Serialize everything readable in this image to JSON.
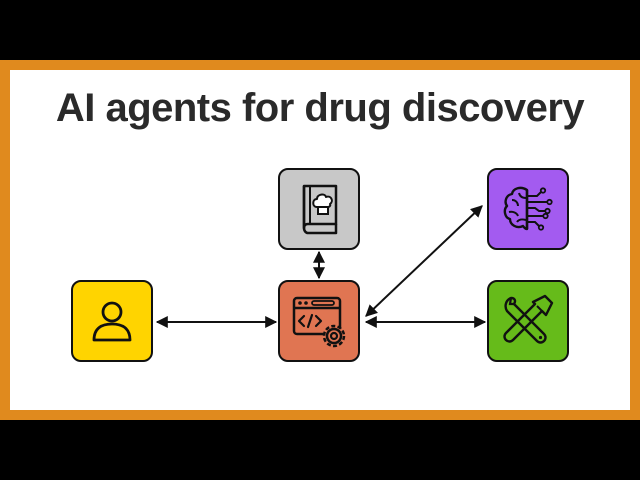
{
  "title": "AI agents for drug discovery",
  "colors": {
    "background": "#000000",
    "frame": "#E08A1E",
    "canvas": "#FFFFFF",
    "title_text": "#2A2A2A",
    "user_node": "#FFD400",
    "agent_node": "#E07552",
    "recipe_node": "#C8C8C8",
    "model_node": "#A35BF0",
    "tools_node": "#66BB1A",
    "stroke": "#111111"
  },
  "nodes": [
    {
      "id": "user",
      "icon": "user-icon"
    },
    {
      "id": "agent",
      "icon": "code-settings-icon"
    },
    {
      "id": "recipe-book",
      "icon": "chef-hat-book-icon"
    },
    {
      "id": "ai-model",
      "icon": "brain-circuit-icon"
    },
    {
      "id": "tools",
      "icon": "wrench-hammer-icon"
    }
  ],
  "edges": [
    {
      "from": "user",
      "to": "agent",
      "direction": "both"
    },
    {
      "from": "recipe-book",
      "to": "agent",
      "direction": "both"
    },
    {
      "from": "agent",
      "to": "ai-model",
      "direction": "both"
    },
    {
      "from": "agent",
      "to": "tools",
      "direction": "both"
    }
  ]
}
